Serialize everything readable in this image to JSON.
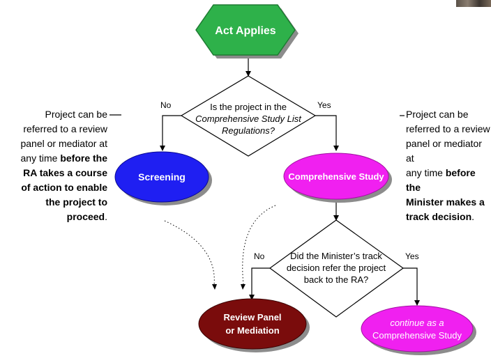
{
  "diagram": {
    "start": {
      "label": "Act Applies"
    },
    "decision1": {
      "lines": [
        "Is the project in the",
        "Comprehensive Study List",
        "Regulations?"
      ],
      "no_label": "No",
      "yes_label": "Yes"
    },
    "screening": {
      "label": "Screening"
    },
    "comprehensive_study": {
      "label": "Comprehensive Study"
    },
    "decision2": {
      "lines": [
        "Did the Minister’s track",
        "decision refer the project",
        "back to the RA?"
      ],
      "no_label": "No",
      "yes_label": "Yes"
    },
    "review_panel": {
      "lines": [
        "Review Panel",
        "or Mediation"
      ]
    },
    "continue": {
      "lines": [
        "continue as a",
        "Comprehensive Study"
      ]
    }
  },
  "notes": {
    "left": {
      "line1": "Project can be",
      "line2": "referred to a review",
      "line3": "panel or mediator at",
      "line4_plain": "any time ",
      "line4_bold": "before the",
      "line5_bold": "RA takes a course",
      "line6_bold": "of action to enable",
      "line7_bold": "the project to",
      "line8_bold": "proceed",
      "line8_tail": "."
    },
    "right": {
      "line1": "Project can be",
      "line2": "referred to a review",
      "line3": "panel or mediator at",
      "line4_plain": "any time ",
      "line4_bold": "before the",
      "line5_bold": "Minister makes a",
      "line6_bold": "track decision",
      "line6_tail": "."
    }
  },
  "colors": {
    "start_fill": "#2eb14a",
    "screening_fill": "#1f1ff2",
    "comprehensive_fill": "#f020f0",
    "review_fill": "#7a0c0c",
    "continue_fill": "#f020f0",
    "shadow": "#8c8c8c"
  }
}
